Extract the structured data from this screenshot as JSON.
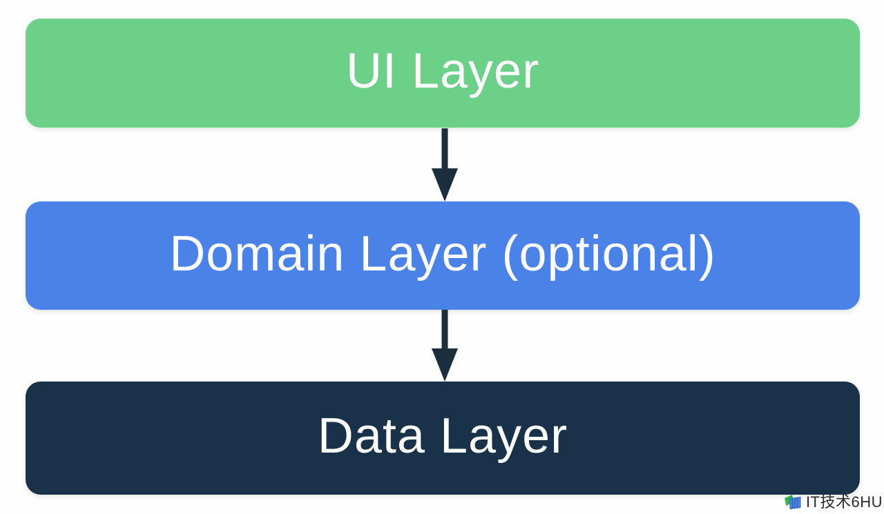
{
  "diagram": {
    "background": "#FEFEFE",
    "boxes": [
      {
        "id": "ui-layer",
        "label": "UI Layer",
        "fill": "#6CD089",
        "text_color": "#FFFFFF"
      },
      {
        "id": "domain-layer",
        "label": "Domain Layer (optional)",
        "fill": "#4B82E8",
        "text_color": "#FFFFFF"
      },
      {
        "id": "data-layer",
        "label": "Data Layer",
        "fill": "#19324A",
        "text_color": "#FFFFFF"
      }
    ],
    "arrows": [
      {
        "from": "UI Layer",
        "to": "Domain Layer (optional)",
        "direction": "down"
      },
      {
        "from": "Domain Layer (optional)",
        "to": "Data Layer",
        "direction": "down"
      }
    ],
    "arrow_color": "#1B2E3D"
  },
  "watermark": {
    "text": "IT技术6HU",
    "icon": "book-logo-icon",
    "icon_colors": [
      "#35B44A",
      "#4A84E0"
    ],
    "text_color": "#2B2B2B"
  }
}
